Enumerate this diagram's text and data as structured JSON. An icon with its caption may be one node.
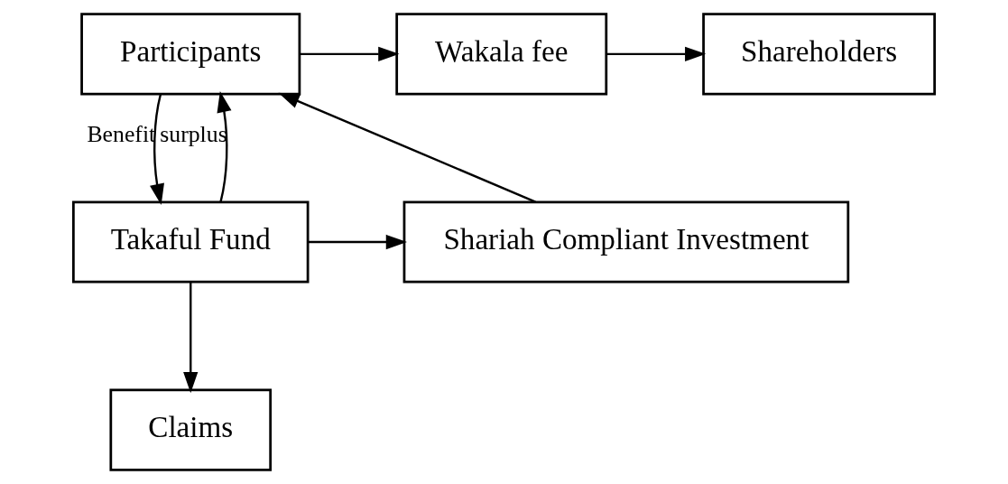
{
  "diagram": {
    "nodes": [
      {
        "text": [
          "Participants"
        ]
      },
      {
        "text": [
          "Wakala fee"
        ]
      },
      {
        "text": [
          "Shareholders"
        ]
      },
      {
        "text": [
          "Takaful Fund"
        ]
      },
      {
        "text": [
          "Shariah Compliant Investment"
        ]
      },
      {
        "text": [
          "Claims"
        ]
      }
    ],
    "edges": [
      {
        "from": 0,
        "to": 1,
        "arrow": "to"
      },
      {
        "from": 1,
        "to": 2,
        "arrow": "to"
      },
      {
        "from": 0,
        "to": 3,
        "arrow": "to",
        "label": "Benefit"
      },
      {
        "from": 3,
        "to": 0,
        "arrow": "to",
        "label": "surplus"
      },
      {
        "from": 3,
        "to": 4,
        "arrow": "to"
      },
      {
        "from": 4,
        "to": 0,
        "arrow": "to"
      },
      {
        "from": 3,
        "to": 5,
        "arrow": "to"
      }
    ]
  }
}
